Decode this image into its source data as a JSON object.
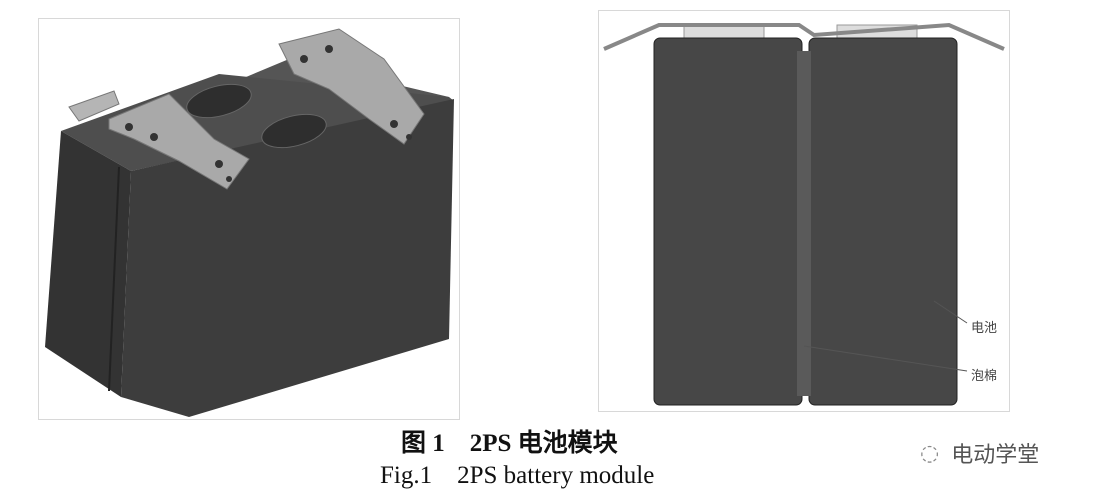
{
  "figure": {
    "caption_cn": "图 1　2PS 电池模块",
    "caption_en": "Fig.1　2PS battery module",
    "labels": {
      "cell": "电池",
      "foam": "泡棉"
    }
  },
  "watermark": {
    "text": "电动学堂",
    "icon": "wechat-icon"
  },
  "colors": {
    "cell_body": "#3f3f3f",
    "busbar": "#a9a9a9"
  }
}
